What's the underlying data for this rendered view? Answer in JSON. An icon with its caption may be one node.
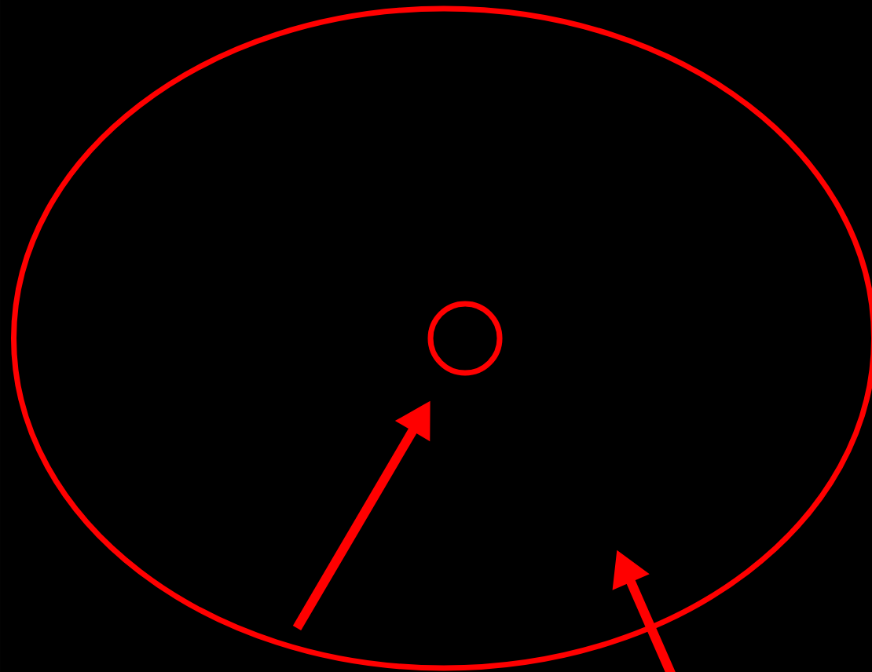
{
  "diagram": {
    "nodes": [
      {
        "text": [],
        "shape": "ellipse"
      },
      {
        "text": [],
        "shape": "circle",
        "in": 0
      }
    ],
    "edges": [
      {
        "from": null,
        "to": 1,
        "arrow": "to"
      }
    ]
  }
}
